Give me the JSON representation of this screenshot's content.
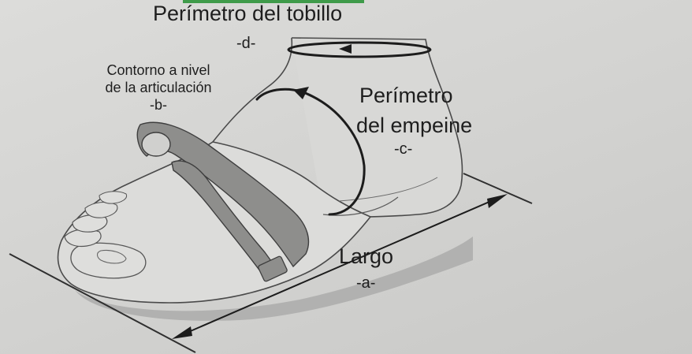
{
  "labels": {
    "ankle_perimeter": "Perímetro del tobillo",
    "ankle_code": "-d-",
    "joint_contour_line1": "Contorno a nivel",
    "joint_contour_line2": "de la articulación",
    "joint_code": "-b-",
    "instep_line1": "Perímetro",
    "instep_line2": "del empeine",
    "instep_code": "-c-",
    "length": "Largo",
    "length_code": "-a-"
  },
  "colors": {
    "paper": "#d3d3d1",
    "line": "#3a3a3a",
    "strap": "#8a8a88",
    "shadow": "#a9a9a7",
    "green_strip": "#3f9b4a"
  }
}
